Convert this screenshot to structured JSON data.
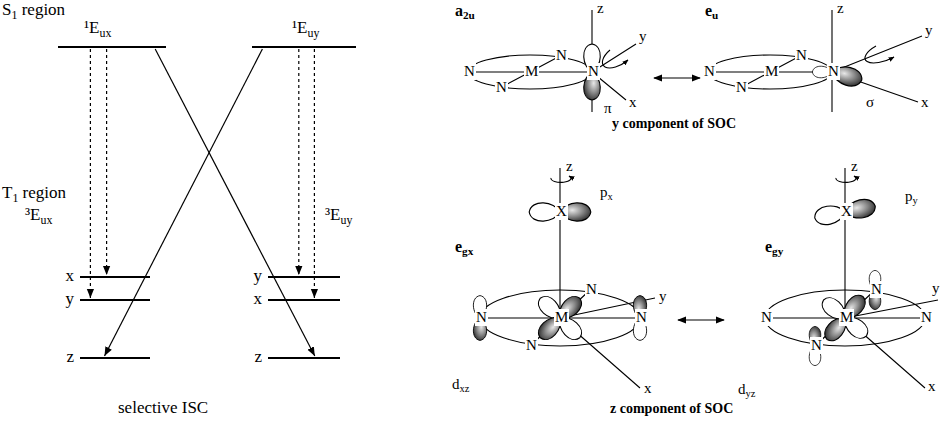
{
  "diagram": {
    "nodes": [
      {
        "text": [
          "¹Eux"
        ]
      },
      {
        "text": [
          "¹Euy"
        ]
      },
      {
        "text": [
          "x"
        ]
      },
      {
        "text": [
          "y"
        ]
      },
      {
        "text": [
          "z"
        ]
      },
      {
        "text": [
          "y"
        ]
      },
      {
        "text": [
          "x"
        ]
      },
      {
        "text": [
          "z"
        ]
      }
    ],
    "edges": [
      {
        "from": 0,
        "to": 2,
        "arrow": "to"
      },
      {
        "from": 0,
        "to": 3,
        "arrow": "to"
      },
      {
        "from": 0,
        "to": 7,
        "arrow": "to"
      },
      {
        "from": 1,
        "to": 4,
        "arrow": "to"
      },
      {
        "from": 1,
        "to": 5,
        "arrow": "to"
      },
      {
        "from": 1,
        "to": 6,
        "arrow": "to"
      }
    ],
    "labels": [
      "S1 region",
      "T1 region",
      "³Eux",
      "³Euy",
      "selective ISC",
      "a2u",
      "eu",
      "y component of SOC",
      "egx",
      "egy",
      "z component of SOC",
      "π",
      "σ",
      "px",
      "py",
      "dxz",
      "dyz",
      "z",
      "y",
      "x",
      "z",
      "y",
      "x",
      "z",
      "y",
      "x",
      "z",
      "y",
      "x",
      "N",
      "N",
      "N",
      "N",
      "M",
      "N",
      "N",
      "N",
      "N",
      "M",
      "X",
      "N",
      "N",
      "N",
      "N",
      "M",
      "X",
      "N",
      "N",
      "N",
      "N",
      "M"
    ]
  }
}
